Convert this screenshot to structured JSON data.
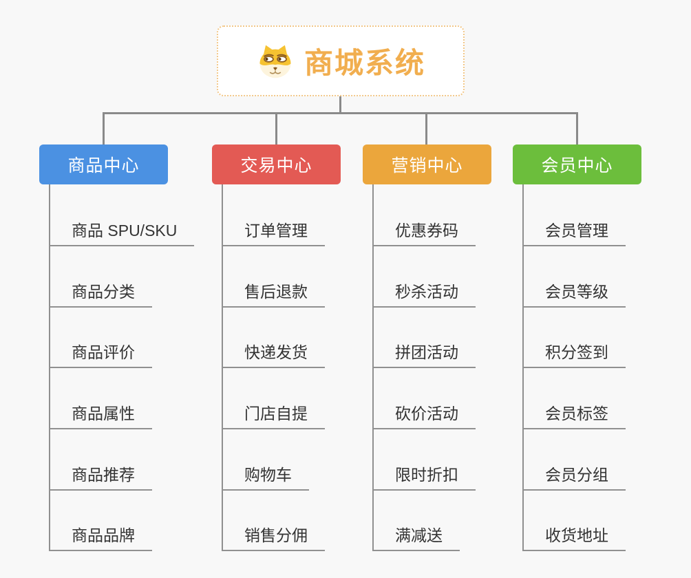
{
  "root": {
    "title": "商城系统",
    "icon": "shiba-dog-icon",
    "title_color": "#f1ae4f",
    "border_color": "#f2c788"
  },
  "colors": {
    "background": "#f8f8f8",
    "connector": "#8a8a8a",
    "leaf_underline": "#909090",
    "leaf_text": "#333333"
  },
  "branches": [
    {
      "label": "商品中心",
      "color": "#4b91e2",
      "items": [
        "商品 SPU/SKU",
        "商品分类",
        "商品评价",
        "商品属性",
        "商品推荐",
        "商品品牌"
      ]
    },
    {
      "label": "交易中心",
      "color": "#e35a54",
      "items": [
        "订单管理",
        "售后退款",
        "快递发货",
        "门店自提",
        "购物车",
        "销售分佣"
      ]
    },
    {
      "label": "营销中心",
      "color": "#eba63c",
      "items": [
        "优惠券码",
        "秒杀活动",
        "拼团活动",
        "砍价活动",
        "限时折扣",
        "满减送"
      ]
    },
    {
      "label": "会员中心",
      "color": "#6cbe3c",
      "items": [
        "会员管理",
        "会员等级",
        "积分签到",
        "会员标签",
        "会员分组",
        "收货地址"
      ]
    }
  ]
}
